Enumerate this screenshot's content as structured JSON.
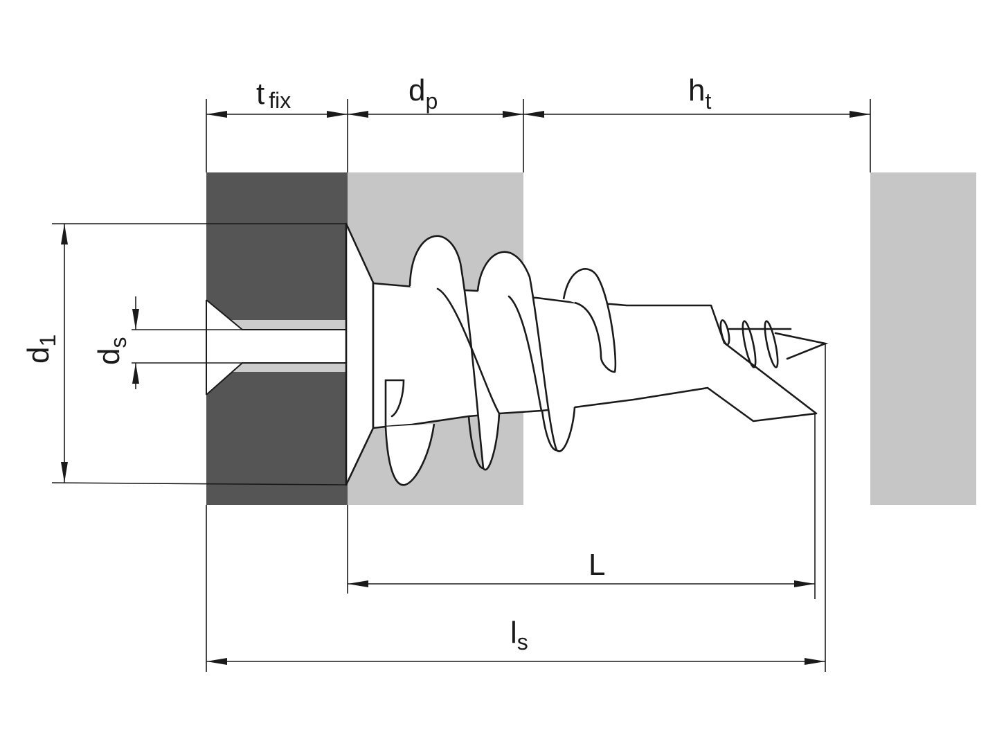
{
  "title": "Hollow wall anchor installation dimensions",
  "labels": {
    "t_fix": {
      "main": "t",
      "sub": "fix"
    },
    "d_p": {
      "main": "d",
      "sub": "p"
    },
    "h_t": {
      "main": "h",
      "sub": "t"
    },
    "d_1": {
      "main": "d",
      "sub": "1"
    },
    "d_s": {
      "main": "d",
      "sub": "s"
    },
    "L": {
      "main": "L"
    },
    "l_s": {
      "main": "l",
      "sub": "s"
    }
  },
  "colors": {
    "fixture": "#555555",
    "panel": "#c6c6c6",
    "line": "#1a1a1a"
  }
}
